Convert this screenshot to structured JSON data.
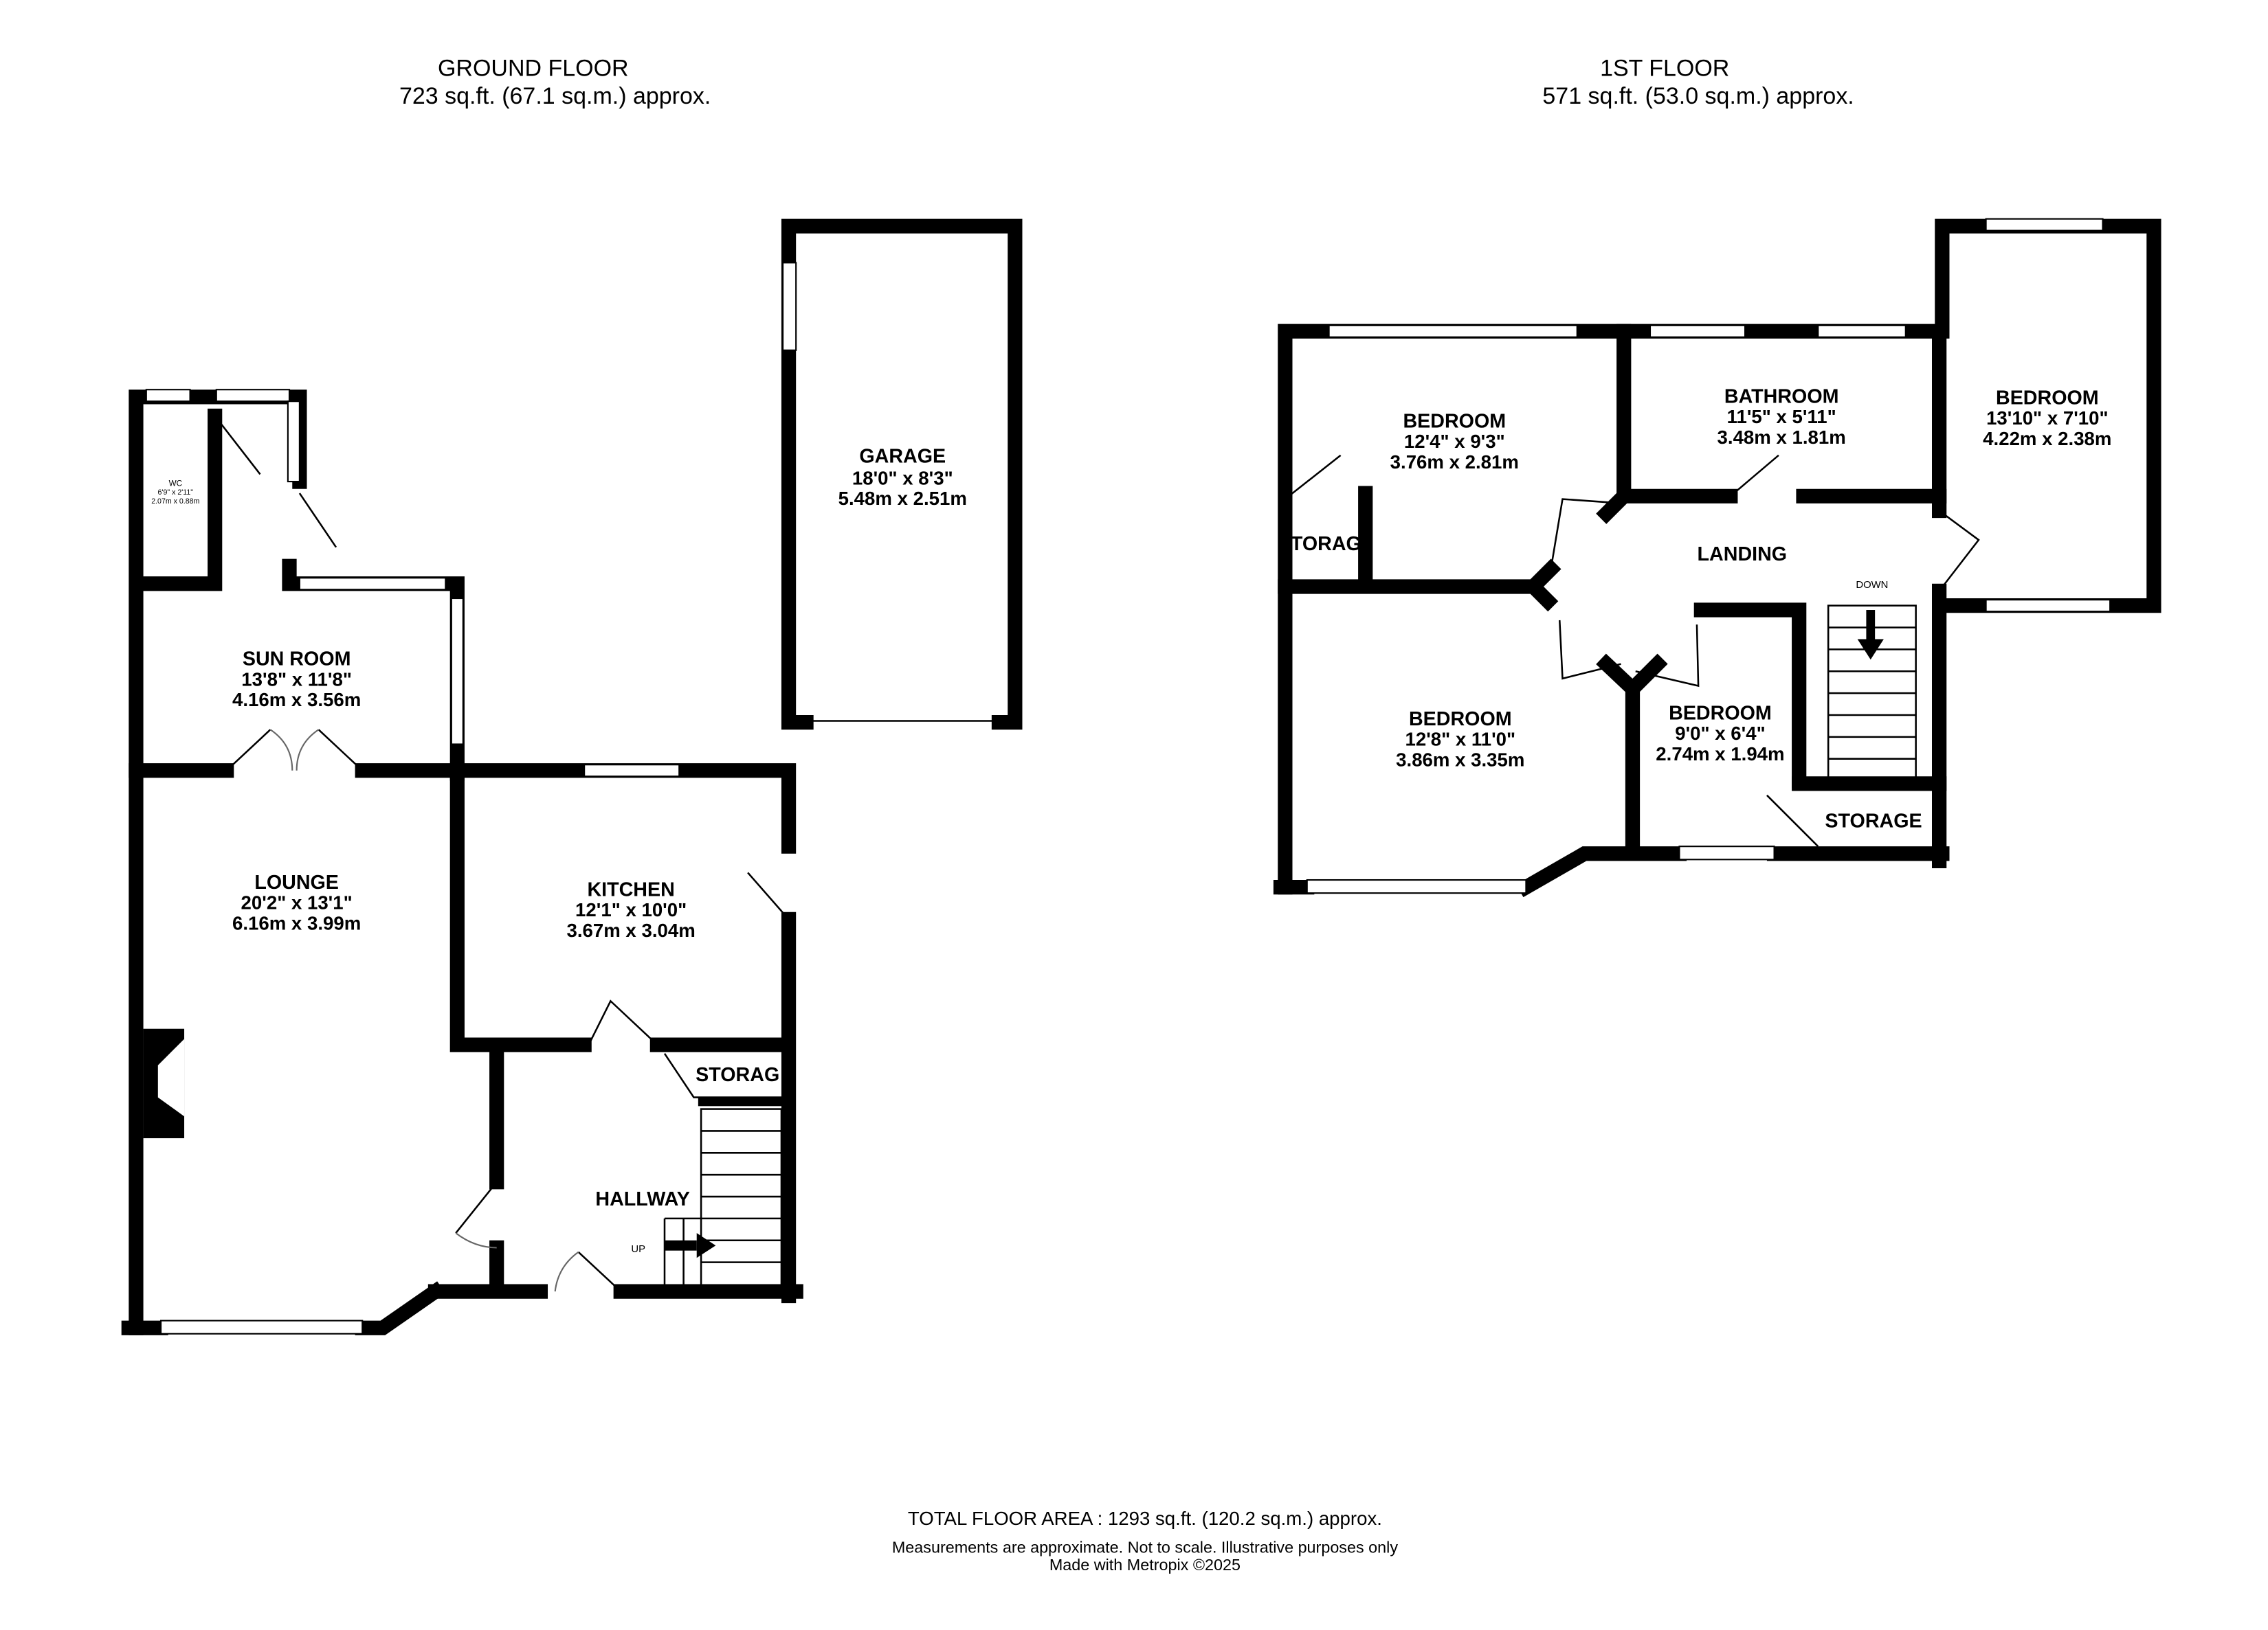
{
  "ground_floor": {
    "title": "GROUND FLOOR",
    "area": "723 sq.ft. (67.1 sq.m.) approx.",
    "rooms": {
      "garage": {
        "name": "GARAGE",
        "imperial": "18'0\"  x 8'3\"",
        "metric": "5.48m  x 2.51m"
      },
      "wc": {
        "name": "WC",
        "imperial": "6'9\"  x 2'11\"",
        "metric": "2.07m  x 0.88m"
      },
      "sun_room": {
        "name": "SUN ROOM",
        "imperial": "13'8\"  x 11'8\"",
        "metric": "4.16m  x 3.56m"
      },
      "lounge": {
        "name": "LOUNGE",
        "imperial": "20'2\"  x 13'1\"",
        "metric": "6.16m  x 3.99m"
      },
      "kitchen": {
        "name": "KITCHEN",
        "imperial": "12'1\"  x 10'0\"",
        "metric": "3.67m  x 3.04m"
      },
      "storage": {
        "name": "STORAG"
      },
      "hallway": {
        "name": "HALLWAY"
      }
    },
    "stairs_label": "UP"
  },
  "first_floor": {
    "title": "1ST FLOOR",
    "area": "571 sq.ft. (53.0 sq.m.) approx.",
    "rooms": {
      "bedroom1": {
        "name": "BEDROOM",
        "imperial": "12'4\"  x 9'3\"",
        "metric": "3.76m  x 2.81m"
      },
      "bathroom": {
        "name": "BATHROOM",
        "imperial": "11'5\"  x 5'11\"",
        "metric": "3.48m  x 1.81m"
      },
      "bedroom2": {
        "name": "BEDROOM",
        "imperial": "13'10\"  x 7'10\"",
        "metric": "4.22m  x 2.38m"
      },
      "bedroom3": {
        "name": "BEDROOM",
        "imperial": "12'8\"  x 11'0\"",
        "metric": "3.86m  x 3.35m"
      },
      "bedroom4": {
        "name": "BEDROOM",
        "imperial": "9'0\"  x 6'4\"",
        "metric": "2.74m  x 1.94m"
      },
      "landing": {
        "name": "LANDING"
      },
      "storage_left": {
        "name": "TORAG"
      },
      "storage": {
        "name": "STORAGE"
      }
    },
    "stairs_label": "DOWN"
  },
  "footer": {
    "total": "TOTAL FLOOR AREA : 1293 sq.ft. (120.2 sq.m.) approx.",
    "disclaimer": "Measurements are approximate.  Not to scale.  Illustrative purposes only",
    "credit": "Made with Metropix ©2025"
  }
}
